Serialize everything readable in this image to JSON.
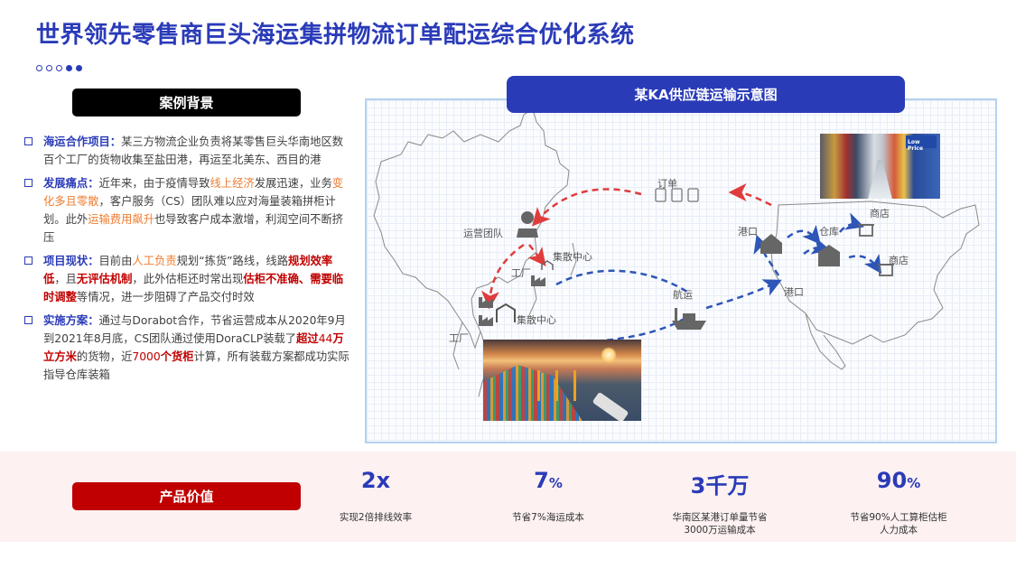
{
  "title": "世界领先零售商巨头海运集拼物流订单配运综合优化系统",
  "pager": {
    "total": 5,
    "filled": [
      3,
      4
    ]
  },
  "left": {
    "header": "案例背景",
    "items": [
      {
        "lead": "海运合作项目：",
        "segments": [
          {
            "t": "某三方物流企业负责将某零售巨头华南地区数百个工厂的货物收集至盐田港，再运至北美东、西目的港",
            "s": "n"
          }
        ]
      },
      {
        "lead": "发展痛点：",
        "segments": [
          {
            "t": "近年来，由于疫情导致",
            "s": "n"
          },
          {
            "t": "线上经济",
            "s": "o"
          },
          {
            "t": "发展迅速，业务",
            "s": "n"
          },
          {
            "t": "变化多且零散",
            "s": "o"
          },
          {
            "t": "，客户服务（CS）团队难以应对海量装箱拼柜计划。此外",
            "s": "n"
          },
          {
            "t": "运输费用飙升",
            "s": "o"
          },
          {
            "t": "也导致客户成本激增，利润空间不断挤压",
            "s": "n"
          }
        ]
      },
      {
        "lead": "项目现状：",
        "segments": [
          {
            "t": "目前由",
            "s": "n"
          },
          {
            "t": "人工负责",
            "s": "o"
          },
          {
            "t": "规划“拣货”路线，线路",
            "s": "n"
          },
          {
            "t": "规划效率低",
            "s": "r"
          },
          {
            "t": "，且",
            "s": "n"
          },
          {
            "t": "无评估机制",
            "s": "r"
          },
          {
            "t": "，此外估柜还时常出现",
            "s": "n"
          },
          {
            "t": "估柜不准确、需要临时调整",
            "s": "r"
          },
          {
            "t": "等情况，进一步阻碍了产品交付时效",
            "s": "n"
          }
        ]
      },
      {
        "lead": "实施方案：",
        "segments": [
          {
            "t": "通过与Dorabot合作，节省运营成本从2020年9月到2021年8月底，CS团队通过使用DoraCLP装载了",
            "s": "n"
          },
          {
            "t": "超过",
            "s": "r"
          },
          {
            "t": "44",
            "s": "rn"
          },
          {
            "t": "万立方米",
            "s": "r"
          },
          {
            "t": "的货物，近",
            "s": "n"
          },
          {
            "t": "7000",
            "s": "rn"
          },
          {
            "t": "个货柜",
            "s": "r"
          },
          {
            "t": "计算，所有装载方案都成功实际指导仓库装箱",
            "s": "n"
          }
        ]
      }
    ]
  },
  "diagram": {
    "header": "某KA供应链运输示意图",
    "labels": {
      "order": "订单",
      "ops_team": "运营团队",
      "hub1": "集散中心",
      "factory1": "工厂",
      "hub2": "集散中心",
      "factory2": "工厂",
      "shipping": "航运",
      "port1": "港口",
      "port2": "港口",
      "warehouse": "仓库",
      "store1": "商店",
      "store2": "商店"
    },
    "store_photo_sign": "Low Price",
    "colors": {
      "red_flow": "#e03c3c",
      "blue_flow": "#2e55b8",
      "icon": "#666666"
    }
  },
  "value": {
    "header": "产品价值",
    "metrics": [
      {
        "num": "2x",
        "unit": "",
        "desc": [
          "实现2倍排线效率"
        ]
      },
      {
        "num": "7",
        "unit": "%",
        "desc": [
          "节省7%海运成本"
        ]
      },
      {
        "num": "3千万",
        "unit": "",
        "desc": [
          "华南区某港订单量节省",
          "3000万运输成本"
        ]
      },
      {
        "num": "90",
        "unit": "%",
        "desc": [
          "节省90%人工算柜估柜",
          "人力成本"
        ]
      }
    ]
  },
  "colors": {
    "brand_blue": "#2a3bb8",
    "value_red": "#c00000",
    "accent_orange": "#ee7d31",
    "bottom_bg": "#fdf1f1"
  }
}
